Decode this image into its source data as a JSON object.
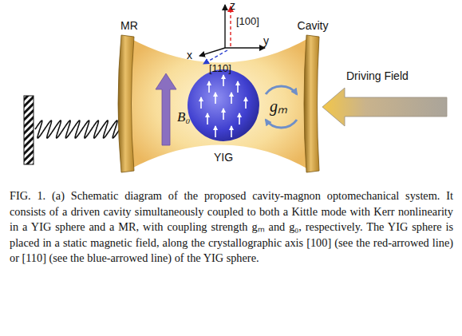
{
  "diagram": {
    "caption": "FIG. 1. (a) Schematic diagram of the proposed cavity-magnon optomechanical system. It consists of a driven cavity simultaneously coupled to both a Kittle mode with Kerr nonlinearity in a YIG sphere and a MR, with coupling strength gₘ and g₀, respectively. The YIG sphere is placed in a static magnetic field, along the crystallographic axis [100] (see the red-arrowed line) or [110] (see the blue-arrowed line) of the YIG sphere.",
    "labels": [
      "z",
      "[100]",
      "x",
      "y",
      "[110]",
      "MR",
      "Cavity",
      "Driving Field",
      "B₀",
      "gₘ",
      "YIG"
    ]
  }
}
